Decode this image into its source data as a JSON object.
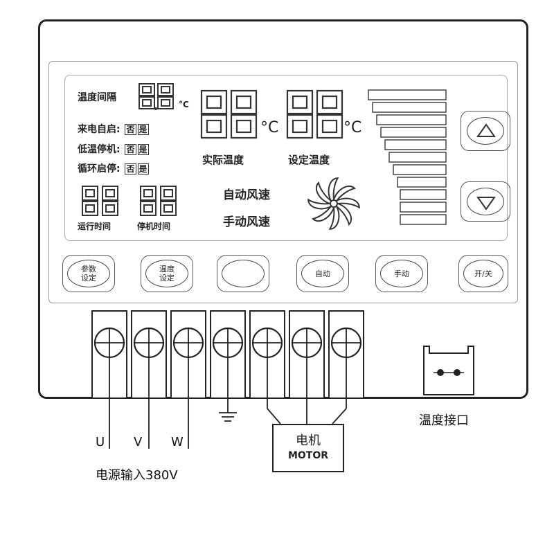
{
  "display": {
    "temp_interval_label": "温度间隔",
    "temp_interval_unit": "°C",
    "power_on_start_label": "来电自启",
    "low_temp_stop_label": "低温停机",
    "cycle_start_stop_label": "循环启停",
    "no_label": "否",
    "yes_label": "是",
    "run_time_label": "运行时间",
    "stop_time_label": "停机时间",
    "actual_temp_label": "实际温度",
    "set_temp_label": "设定温度",
    "actual_temp_unit": "°C",
    "set_temp_unit": "°C",
    "auto_fan_label": "自动风速",
    "manual_fan_label": "手动风速",
    "seg_digits": "88"
  },
  "buttons": {
    "param_setting": "参数\n设定",
    "temp_setting": "温度\n设定",
    "blank": "",
    "auto": "自动",
    "manual": "手动",
    "power": "开/关"
  },
  "arrows": {
    "up": "up-arrow-icon",
    "down": "down-arrow-icon"
  },
  "wiring": {
    "u": "U",
    "v": "V",
    "w": "W",
    "power_input": "电源输入380V",
    "motor_cn": "电机",
    "motor_en": "MOTOR",
    "temp_port": "温度接口"
  },
  "colors": {
    "line": "#222222",
    "lcd_border": "#999999",
    "segment": "#333333"
  }
}
